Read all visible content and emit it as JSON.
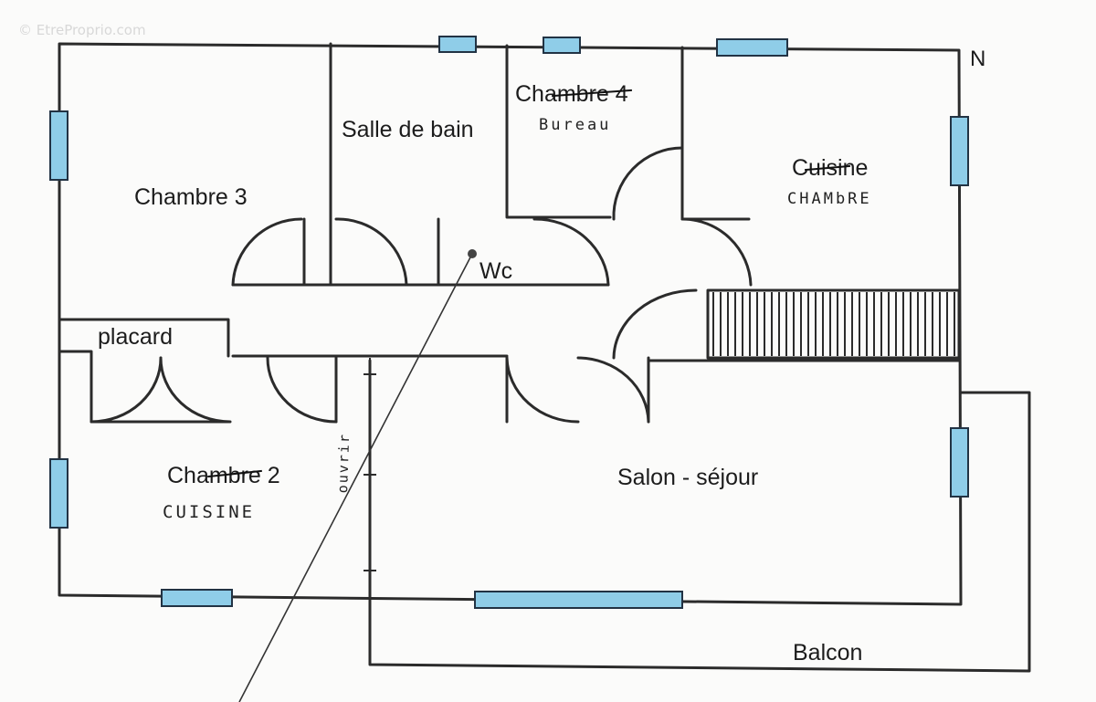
{
  "watermark": "© EtreProprio.com",
  "compass": "N",
  "rooms": {
    "chambre3": "Chambre 3",
    "salle_de_bain": "Salle de bain",
    "chambre4": "Chambre 4",
    "bureau_note": "Bureau",
    "cuisine": "Cuisine",
    "chambre_note": "CHAMbRE",
    "wc": "Wc",
    "placard": "placard",
    "chambre2": "Chambre 2",
    "cuisine_note": "CUISINE",
    "ouverture_note": "ouvrir",
    "salon": "Salon - séjour",
    "balcon": "Balcon"
  },
  "colors": {
    "wall": "#2b2b2b",
    "window": "#8fcde8",
    "window_edge": "#223344"
  }
}
